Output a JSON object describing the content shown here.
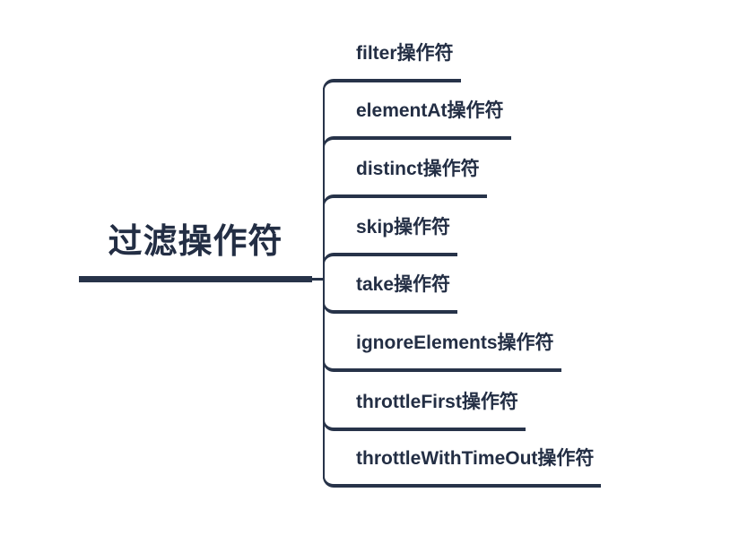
{
  "diagram": {
    "type": "mindmap",
    "root": {
      "label": "过滤操作符"
    },
    "branches": [
      {
        "label": "filter操作符"
      },
      {
        "label": "elementAt操作符"
      },
      {
        "label": "distinct操作符"
      },
      {
        "label": "skip操作符"
      },
      {
        "label": "take操作符"
      },
      {
        "label": "ignoreElements操作符"
      },
      {
        "label": "throttleFirst操作符"
      },
      {
        "label": "throttleWithTimeOut操作符"
      }
    ],
    "colors": {
      "line": "#273349",
      "text": "#232e44",
      "background": "#ffffff"
    }
  }
}
